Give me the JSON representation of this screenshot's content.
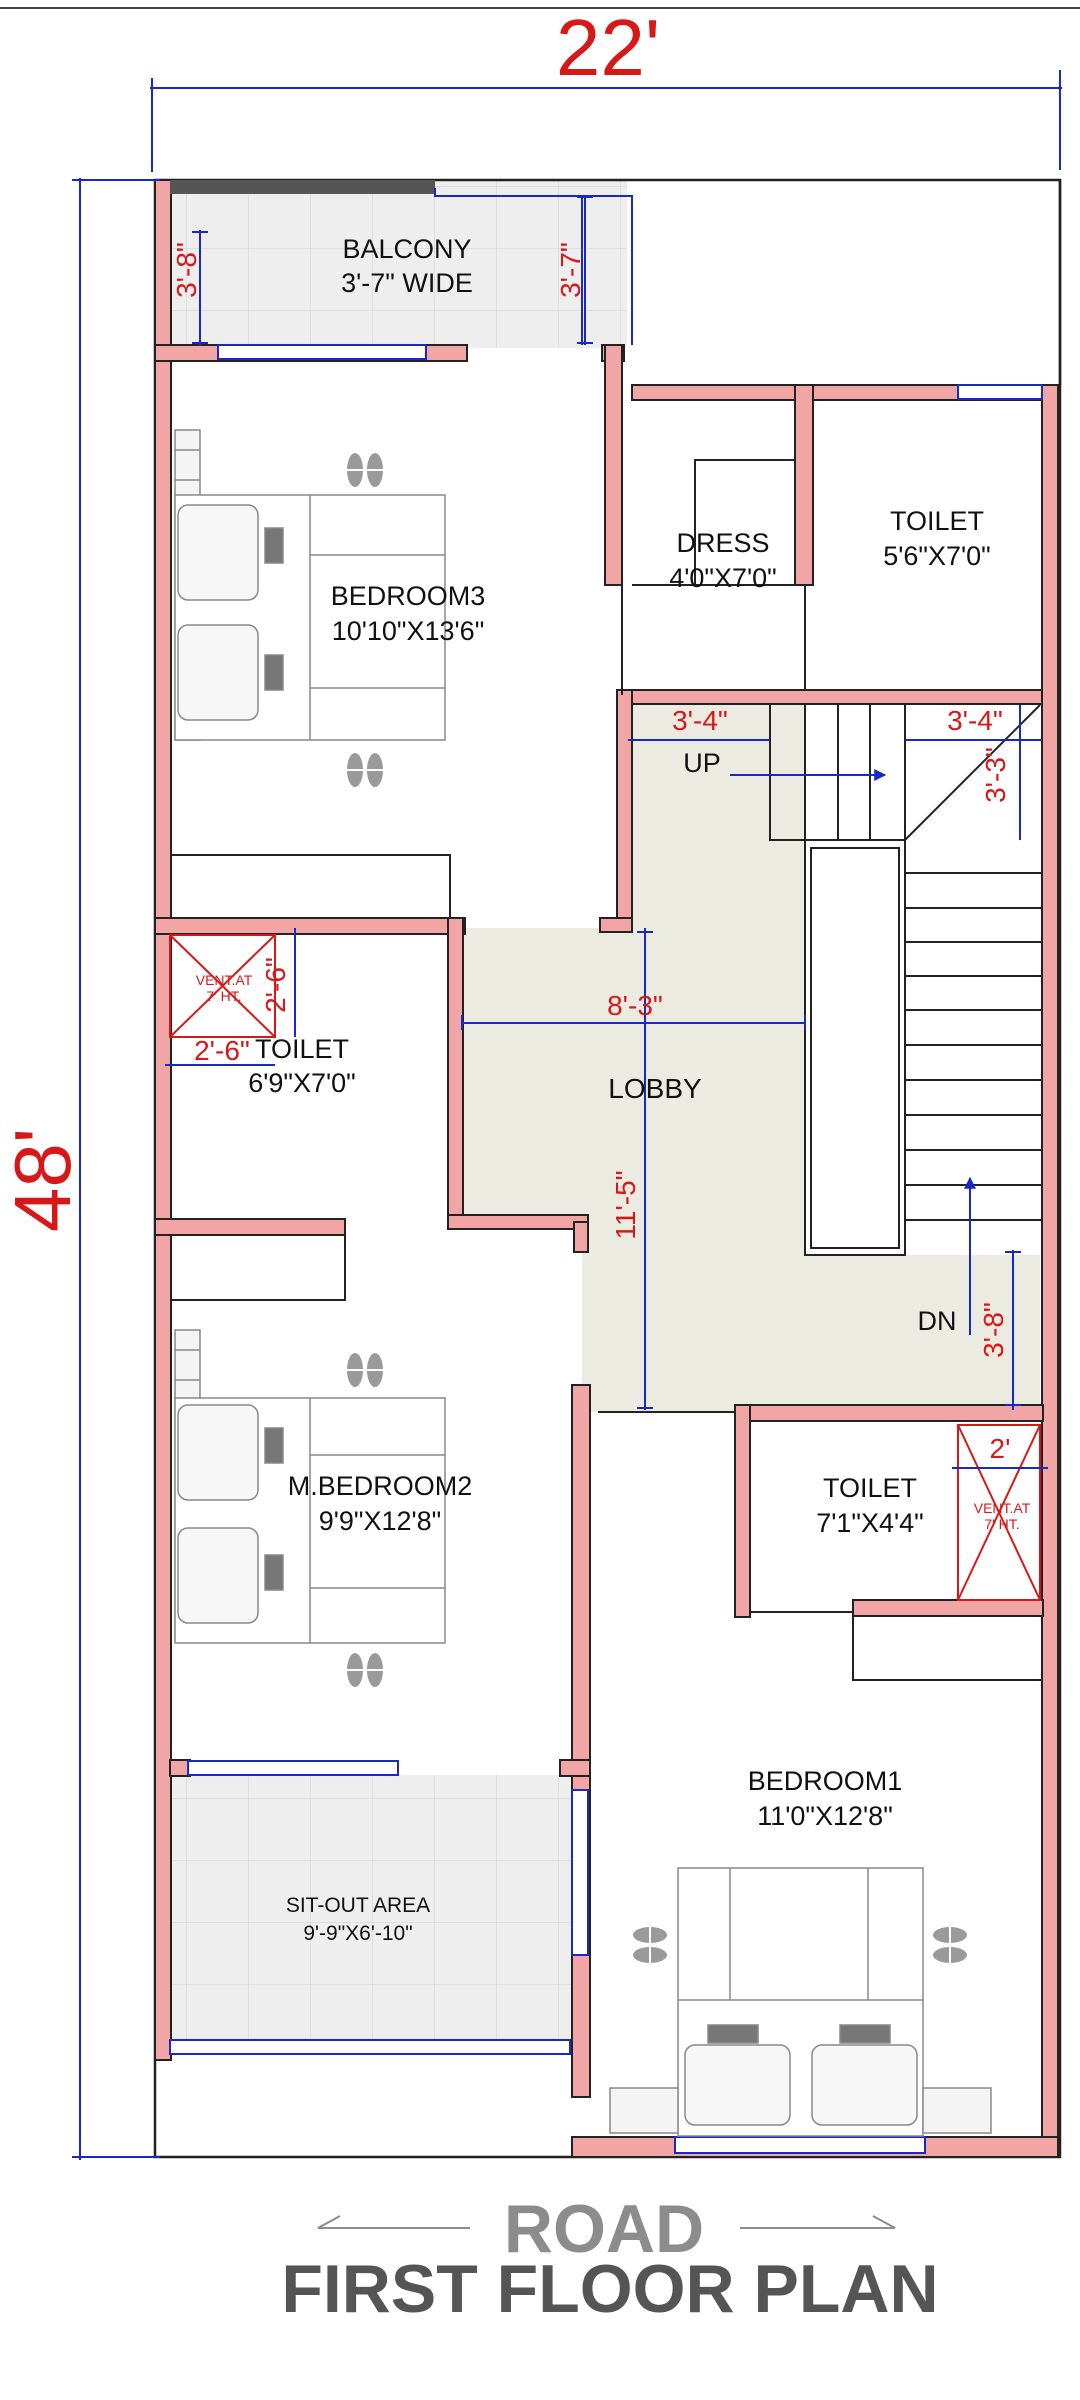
{
  "dimensions": {
    "overall_width": "22'",
    "overall_length": "48'",
    "balcony_left": "3'-8\"",
    "balcony_right": "3'-7\"",
    "stair_left_width": "3'-4\"",
    "stair_right_width": "3'-4\"",
    "stair_right_depth": "3'-3\"",
    "vent_top_h": "2'-6\"",
    "vent_top_w": "2'-6\"",
    "lobby_width": "8'-3\"",
    "lobby_length": "11'-5\"",
    "stair_bottom_gap": "3'-8\"",
    "vent_bottom_w": "2'"
  },
  "rooms": {
    "balcony": {
      "name": "BALCONY",
      "size": "3'-7\" WIDE"
    },
    "bedroom3": {
      "name": "BEDROOM3",
      "size": "10'10\"X13'6\""
    },
    "dress": {
      "name": "DRESS",
      "size": "4'0\"X7'0\""
    },
    "toilet_top": {
      "name": "TOILET",
      "size": "5'6\"X7'0\""
    },
    "toilet_mid": {
      "name": "TOILET",
      "size": "6'9\"X7'0\""
    },
    "lobby": {
      "name": "LOBBY"
    },
    "mbedroom2": {
      "name": "M.BEDROOM2",
      "size": "9'9\"X12'8\""
    },
    "toilet_right": {
      "name": "TOILET",
      "size": "7'1\"X4'4\""
    },
    "bedroom1": {
      "name": "BEDROOM1",
      "size": "11'0\"X12'8\""
    },
    "sitout": {
      "name": "SIT-OUT AREA",
      "size": "9'-9\"X6'-10\""
    }
  },
  "stairs": {
    "up_label": "UP",
    "down_label": "DN"
  },
  "vents": {
    "top": {
      "line1": "VENT.AT",
      "line2": "7' HT."
    },
    "bottom": {
      "line1": "VENT.AT",
      "line2": "7' HT."
    }
  },
  "footer": {
    "road": "ROAD",
    "title": "FIRST FLOOR PLAN"
  },
  "colors": {
    "wall": "#f2a5a5",
    "wall_outline": "#222222",
    "dimension_line": "#1a28c8",
    "dimension_text": "#d81818",
    "lobby_fill": "#ecebe2",
    "tile_fill": "#eeeeee"
  }
}
